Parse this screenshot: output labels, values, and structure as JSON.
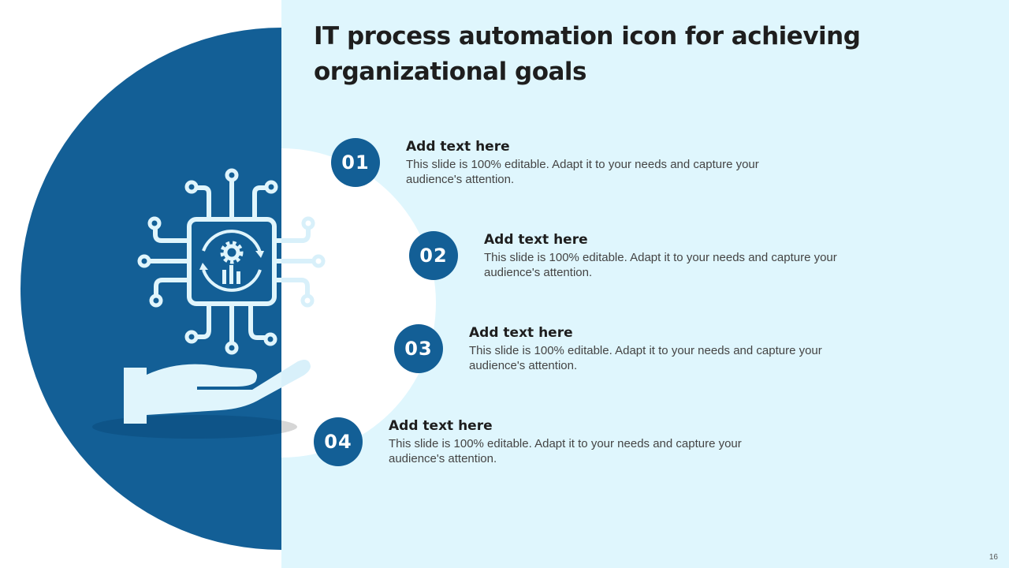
{
  "title": "IT process automation icon for achieving organizational goals",
  "items": [
    {
      "number": "01",
      "heading": "Add text here",
      "body": "This slide is 100% editable. Adapt it to your needs and capture your audience's attention."
    },
    {
      "number": "02",
      "heading": "Add text here",
      "body": "This slide is 100% editable. Adapt it to your needs and capture your audience's attention."
    },
    {
      "number": "03",
      "heading": "Add text here",
      "body": "This slide is 100% editable. Adapt it to your needs and capture your audience's attention."
    },
    {
      "number": "04",
      "heading": "Add text here",
      "body": "This slide is 100% editable. Adapt it to your needs and capture your audience's attention."
    }
  ],
  "page_number": "16",
  "colors": {
    "primary": "#135f96",
    "background": "#dff6fd",
    "icon": "#e0f5fc"
  }
}
